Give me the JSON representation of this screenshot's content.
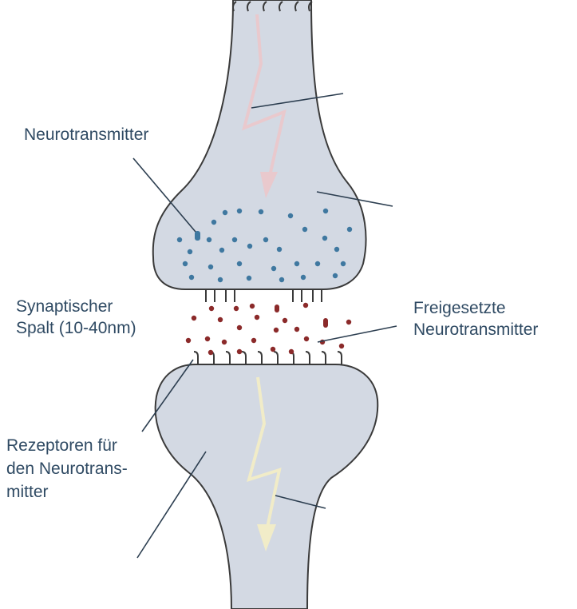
{
  "labels": {
    "neurotransmitter": "Neurotransmitter",
    "cleft_line1": "Synaptischer",
    "cleft_line2": "Spalt (10-40nm)",
    "released_line1": "Freigesetzte",
    "released_line2": "Neurotransmitter",
    "receptors_line1": "Rezeptoren für",
    "receptors_line2": "den Neurotrans-",
    "receptors_line3": "mitter"
  },
  "colors": {
    "membrane_fill": "#d3d9e3",
    "membrane_stroke": "#3a3a3a",
    "vesicle_dots": "#3f78a0",
    "released_dots": "#8b2a2a",
    "presynaptic_signal": "#e9c9cd",
    "postsynaptic_signal": "#f1ecc8",
    "leader_lines": "#2c3e50"
  },
  "icons": {
    "presynaptic_signal": "lightning-arrow-icon",
    "postsynaptic_signal": "lightning-arrow-icon"
  }
}
